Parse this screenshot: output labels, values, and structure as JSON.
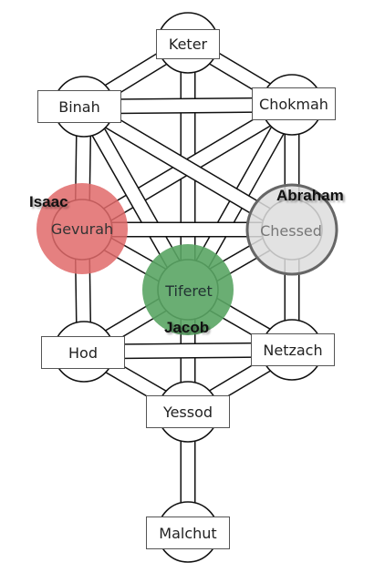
{
  "sefirot": {
    "keter": "Keter",
    "chokmah": "Chokmah",
    "binah": "Binah",
    "chessed": "Chessed",
    "gevurah": "Gevurah",
    "tiferet": "Tiferet",
    "netzach": "Netzach",
    "hod": "Hod",
    "yessod": "Yessod",
    "malchut": "Malchut"
  },
  "patriarchs": {
    "abraham": "Abraham",
    "isaac": "Isaac",
    "jacob": "Jacob"
  },
  "colors": {
    "gevurah_highlight": "#e06a6a",
    "tiferet_highlight": "#5aa564",
    "chessed_highlight": "#dddddd"
  }
}
